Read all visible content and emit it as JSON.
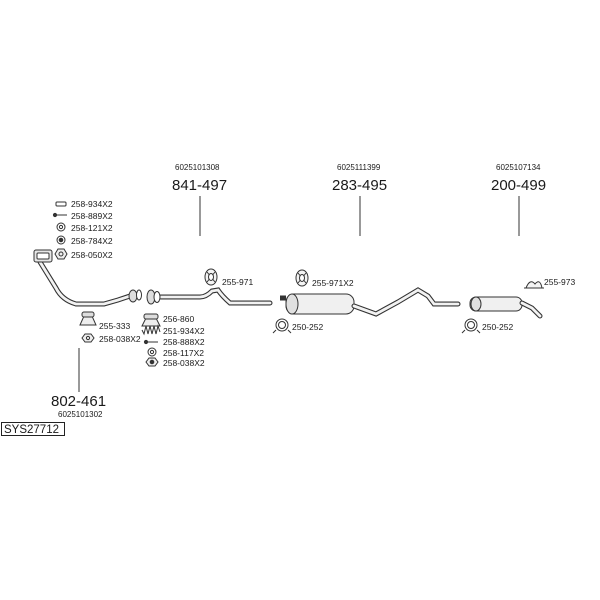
{
  "diagram": {
    "system_code": "SYS27712",
    "assemblies": [
      {
        "part": "841-497",
        "oem": "6025101308"
      },
      {
        "part": "283-495",
        "oem": "6025111399"
      },
      {
        "part": "200-499",
        "oem": "6025107134"
      },
      {
        "part": "802-461",
        "oem": "6025101302"
      }
    ],
    "hardware": {
      "front_stack": [
        "258-934X2",
        "258-889X2",
        "258-121X2",
        "258-784X2",
        "258-050X2"
      ],
      "downpipe_mounts": [
        "255-333",
        "258-038X2"
      ],
      "joint_stack": [
        "256-860",
        "251-934X2",
        "258-888X2",
        "258-117X2",
        "258-038X2"
      ],
      "hanger_1": "255-971",
      "hanger_2": "255-971X2",
      "clamp_1": "250-252",
      "clamp_2": "250-252",
      "hanger_3": "255-973"
    }
  }
}
